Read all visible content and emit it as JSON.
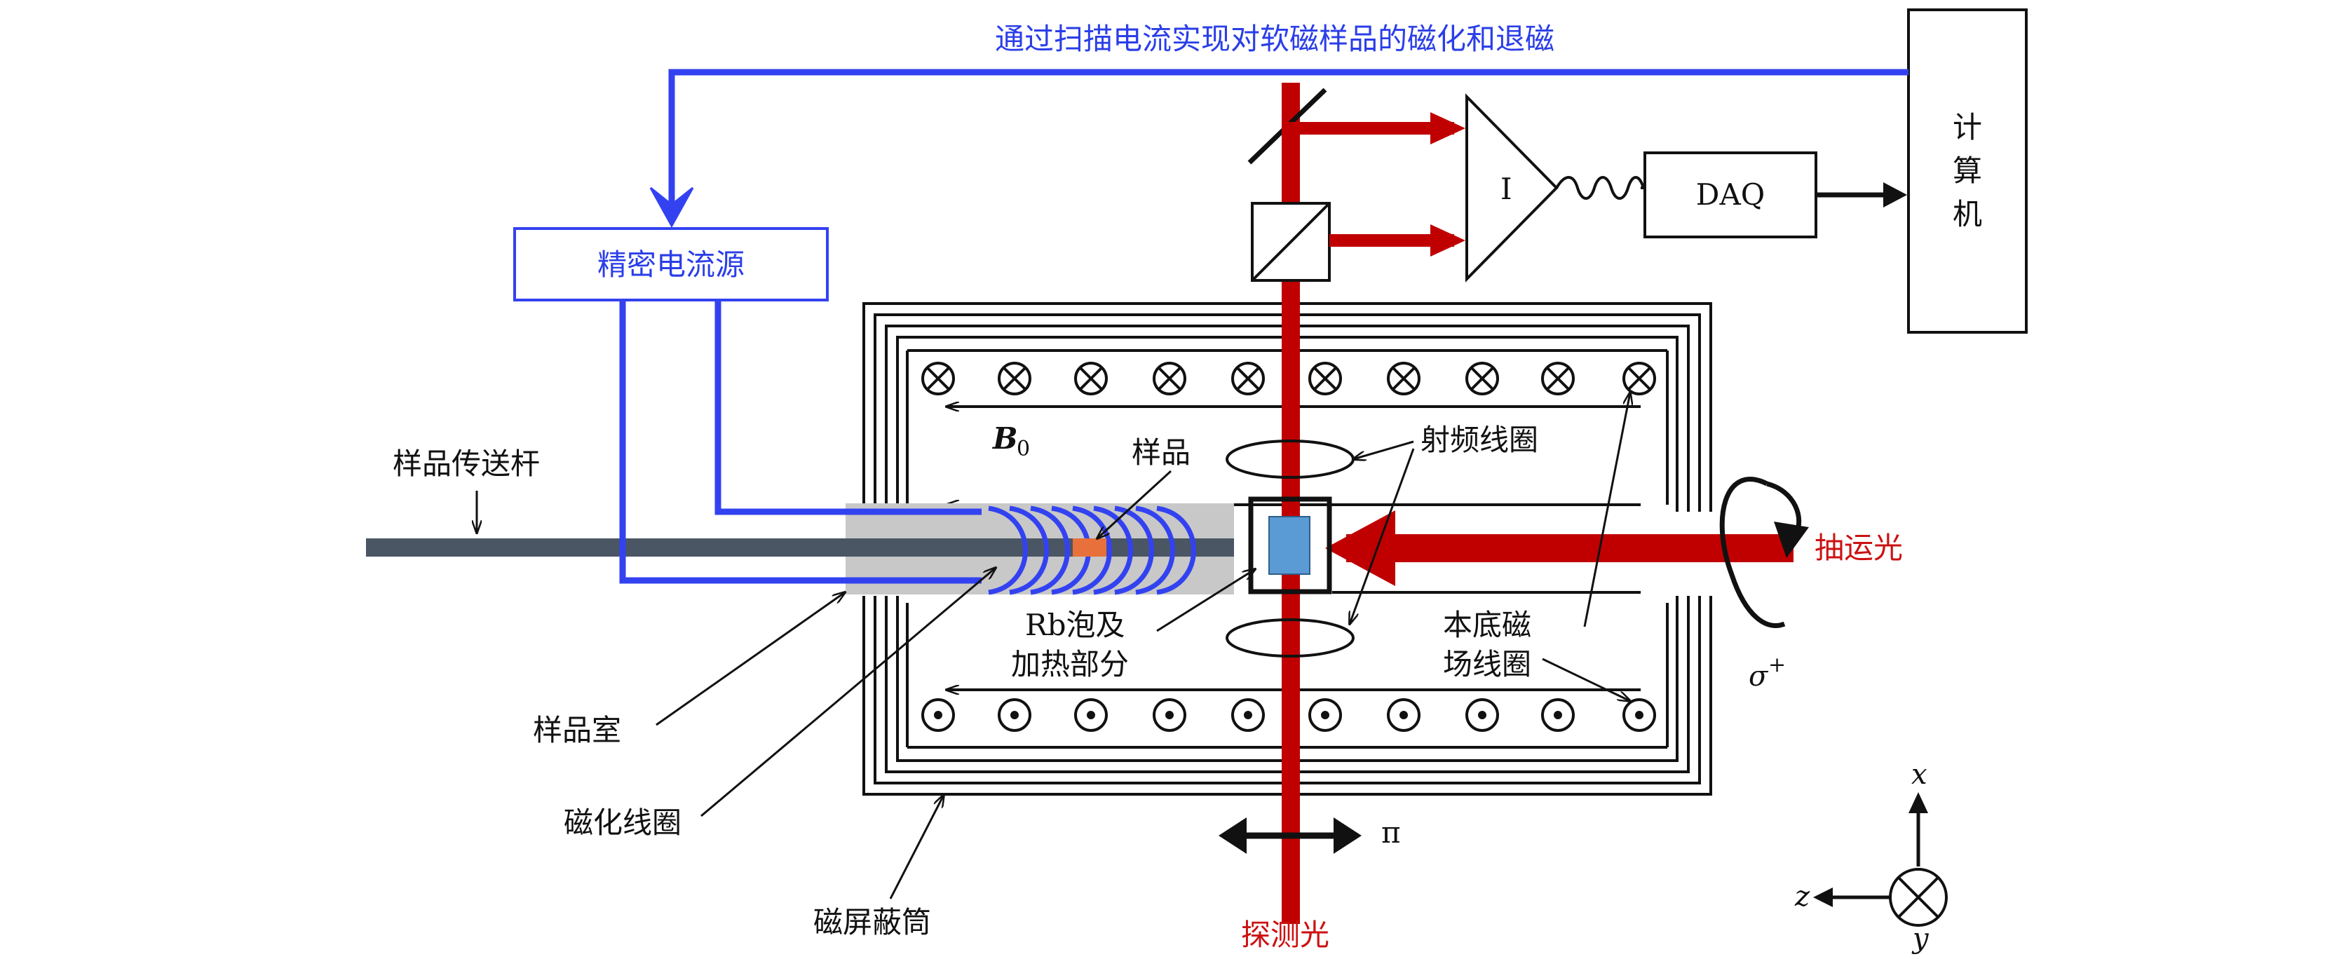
{
  "top_caption": "通过扫描电流实现对软磁样品的磁化和退磁",
  "computer_label": [
    "计",
    "算",
    "机"
  ],
  "daq_label": "DAQ",
  "amplifier_label": "I",
  "current_source_label": "精密电流源",
  "sample_rod_label": "样品传送杆",
  "sample_label": "样品",
  "rf_coil_label": "射频线圈",
  "b0_label": "B",
  "b0_subscript": "0",
  "cell_label_line1": "Rb泡及",
  "cell_label_line2": "加热部分",
  "bias_coil_line1": "本底磁",
  "bias_coil_line2": "场线圈",
  "sample_chamber_label": "样品室",
  "magnetizing_coil_label": "磁化线圈",
  "shield_label": "磁屏蔽筒",
  "pump_light_label": "抽运光",
  "probe_light_label": "探测光",
  "sigma_label": "σ",
  "sigma_sup": "+",
  "pi_label": "π",
  "axes": {
    "x": "x",
    "y": "y",
    "z": "z"
  },
  "colors": {
    "red": "#c00000",
    "blue": "#3342f0",
    "dark": "#111111",
    "rod": "#4a5664",
    "cell": "#5b9bd5",
    "chamber": "#c8c8c8"
  }
}
